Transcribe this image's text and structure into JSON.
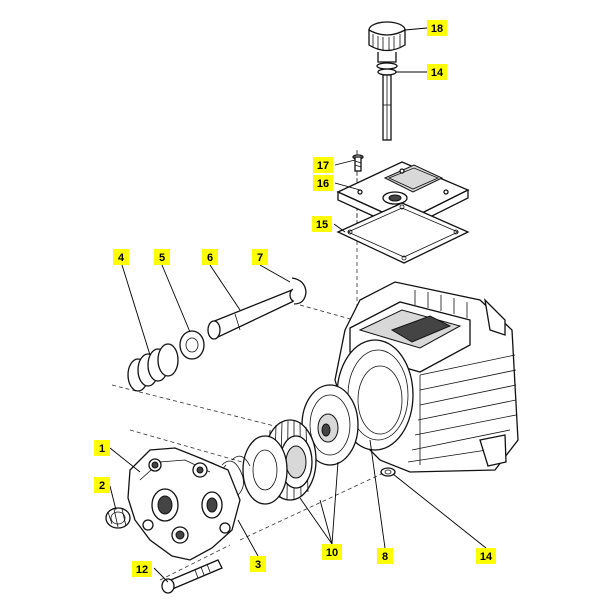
{
  "labels": [
    {
      "id": "18",
      "text": "18"
    },
    {
      "id": "14a",
      "text": "14"
    },
    {
      "id": "17",
      "text": "17"
    },
    {
      "id": "16",
      "text": "16"
    },
    {
      "id": "15",
      "text": "15"
    },
    {
      "id": "4",
      "text": "4"
    },
    {
      "id": "5",
      "text": "5"
    },
    {
      "id": "6",
      "text": "6"
    },
    {
      "id": "7",
      "text": "7"
    },
    {
      "id": "1",
      "text": "1"
    },
    {
      "id": "2",
      "text": "2"
    },
    {
      "id": "12",
      "text": "12"
    },
    {
      "id": "3",
      "text": "3"
    },
    {
      "id": "10",
      "text": "10"
    },
    {
      "id": "8",
      "text": "8"
    },
    {
      "id": "14b",
      "text": "14"
    }
  ]
}
